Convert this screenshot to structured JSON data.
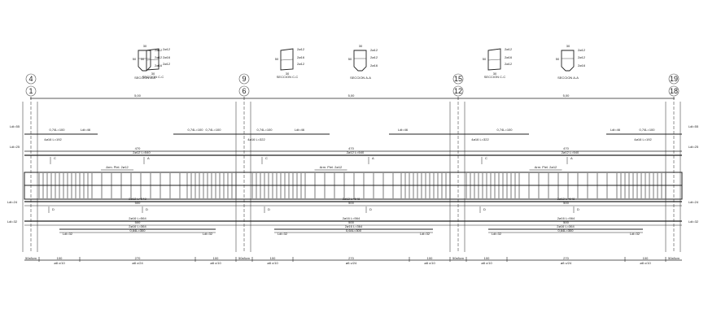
{
  "drawing": {
    "type": "Reinforced concrete beam longitudinal section",
    "axes_top": [
      "4",
      "9",
      "15",
      "19"
    ],
    "axes_bottom": [
      "1",
      "6",
      "12",
      "18"
    ],
    "spans": [
      {
        "length_label": "5,00"
      },
      {
        "length_label": "5,00"
      },
      {
        "length_label": "5,00"
      }
    ],
    "sections": [
      {
        "label": "SECCION C-C",
        "width": "30",
        "height": "50",
        "bars": [
          "2ø12",
          "2,5",
          "2ø16",
          "2ø12",
          "2,5",
          "2ø12"
        ]
      },
      {
        "label": "SECCION A-A",
        "width": "30",
        "height": "50",
        "bars": [
          "2ø12",
          "2,5",
          "2ø12",
          "2ø16",
          "2ø12",
          "2,5"
        ]
      },
      {
        "label": "SECCION C-C",
        "width": "30",
        "height": "50",
        "bars": [
          "2ø12",
          "2,5",
          "2ø16",
          "2ø12",
          "2,5",
          "2ø12"
        ]
      },
      {
        "label": "SECCION A-A",
        "width": "30",
        "height": "50",
        "bars": [
          "2ø12",
          "2,5",
          "2ø12",
          "2ø16",
          "2ø12",
          "2,5"
        ]
      },
      {
        "label": "SECCION C-C",
        "width": "30",
        "height": "50",
        "bars": [
          "2ø12",
          "2,5",
          "2ø16",
          "2ø12",
          "2,5",
          "2ø12"
        ]
      },
      {
        "label": "SECCION A-A",
        "width": "30",
        "height": "50",
        "bars": [
          "2ø12",
          "2,5",
          "2ø12",
          "2ø16",
          "2ø12",
          "2,5"
        ]
      }
    ],
    "top_rebar": {
      "extra_left": {
        "anchor": "Ldi=55",
        "len": "0,74L=100",
        "ldi": "Ldi=46",
        "label": "4ø16 L=192"
      },
      "extra_mid": {
        "label": "4ø16 L=322",
        "len_left": "0,74L=100",
        "ldi_left": "Ldi=46",
        "len_right": "0,74L=100",
        "ldi_right": "Ldi=46"
      },
      "continuous": {
        "dim": "470",
        "label": "2ø12 L=540",
        "anchor": "Ldi=25"
      },
      "armadura_piel": "Arm. Piel. 2ø12"
    },
    "bottom_rebar": {
      "layer1": {
        "label": "2ø12 L=548",
        "dim": "500",
        "anchor": "Ldi=24"
      },
      "layer2": {
        "label": "2ø16 L=564",
        "dim": "500",
        "anchor": "Ldi=32"
      },
      "extra": {
        "label": "2ø16 L=364",
        "len": "0,64L=300",
        "ldi": "Ldi=32"
      }
    },
    "section_marks": [
      "C",
      "A",
      "C",
      "D",
      "D"
    ],
    "stirrups": {
      "support_label": "50x8cm",
      "zones": [
        {
          "dim": "100",
          "spacing": "ø8 c/10"
        },
        {
          "dim": "270",
          "spacing": "ø8 c/24"
        },
        {
          "dim": "100",
          "spacing": "ø8 c/10"
        }
      ]
    },
    "colors": {
      "line": "#222222",
      "background": "#ffffff",
      "axis": "#555555"
    }
  }
}
